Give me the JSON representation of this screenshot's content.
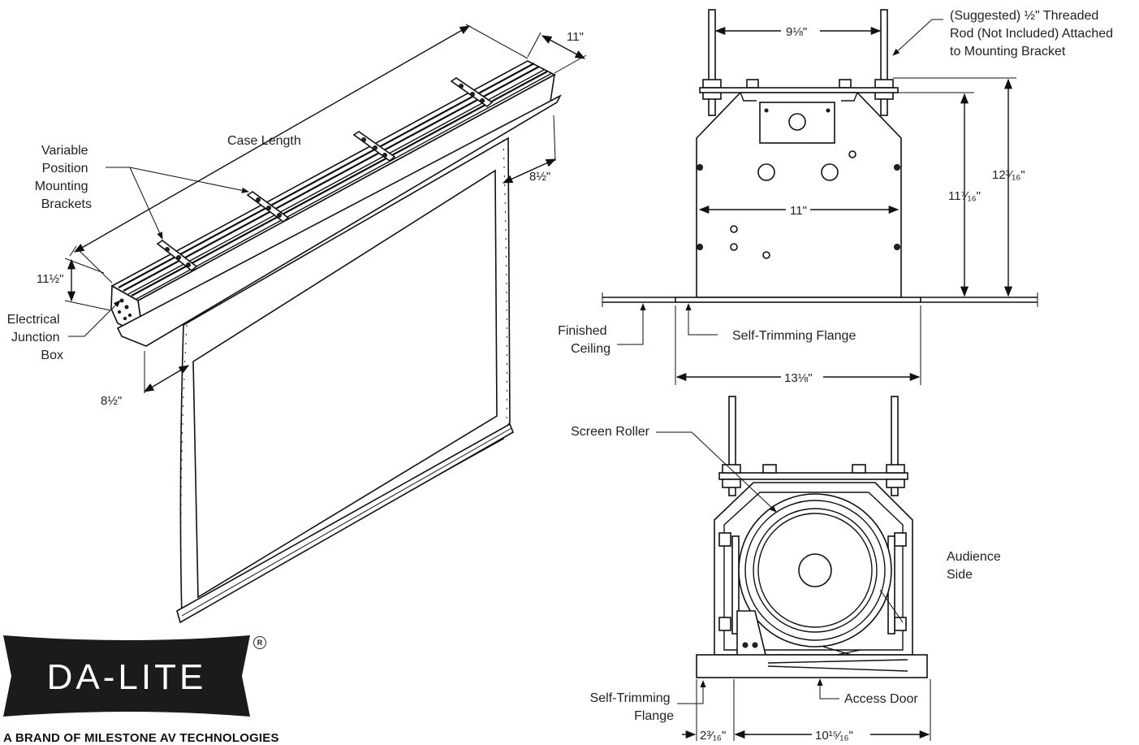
{
  "labels": {
    "case_length": "Case Length",
    "variable_brackets": [
      "Variable",
      "Position",
      "Mounting",
      "Brackets"
    ],
    "junction_box": [
      "Electrical",
      "Junction",
      "Box"
    ],
    "dim_11_top": "11\"",
    "dim_8half_right": "8½\"",
    "dim_11half": "11½\"",
    "dim_8half_bottom": "8½\"",
    "dim_9_1_8": "9⅛\"",
    "threaded_rod": [
      "(Suggested) ½\" Threaded",
      "Rod (Not Included) Attached",
      "to Mounting Bracket"
    ],
    "dim_11_center": "11\"",
    "dim_11_7_16": "11⁷⁄₁₆\"",
    "dim_12_3_16": "12³⁄₁₆\"",
    "finished_ceiling": [
      "Finished",
      "Ceiling"
    ],
    "self_trimming_flange": "Self-Trimming Flange",
    "dim_13_1_8": "13⅛\"",
    "screen_roller": "Screen Roller",
    "audience_side": [
      "Audience",
      "Side"
    ],
    "self_trimming_flange_2": [
      "Self-Trimming",
      "Flange"
    ],
    "access_door": "Access Door",
    "dim_2_3_16": "2³⁄₁₆\"",
    "dim_10_15_16": "10¹⁵⁄₁₆\""
  },
  "brand": {
    "logo_text": "DA-LITE",
    "registered_mark": "R",
    "tagline": "A BRAND OF MILESTONE AV TECHNOLOGIES"
  }
}
